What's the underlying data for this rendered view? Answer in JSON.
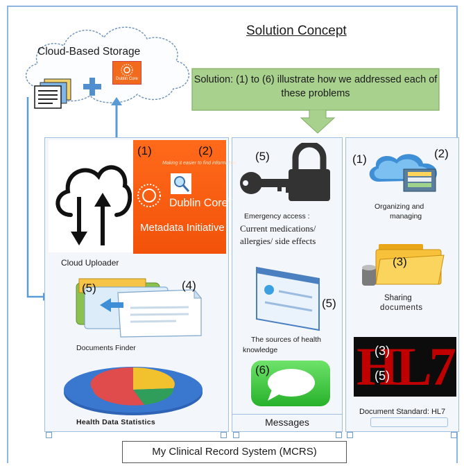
{
  "title": "Solution Concept",
  "cloud_storage": {
    "label": "Cloud-Based Storage",
    "dublin_core_icon_text": "Dublin Core"
  },
  "banner": {
    "text": "Solution: (1) to  (6) illustrate how we addressed each of these problems"
  },
  "left_panel": {
    "uploader_label": "Cloud Uploader",
    "dublin_core": {
      "number_1": "(1)",
      "number_2": "(2)",
      "tagline": "Making it easier to find information.",
      "brand": "Dublin Core",
      "registered": "®",
      "subtitle": "Metadata Initiative"
    },
    "finder": {
      "number_5": "(5)",
      "number_4": "(4)",
      "label": "Documents Finder"
    },
    "stats_label": "Health Data Statistics"
  },
  "middle_panel": {
    "lock_number": "(5)",
    "emergency_label": "Emergency access :",
    "emergency_detail_1": "Current medications/",
    "emergency_detail_2": "allergies/ side effects",
    "knowledge_number": "(5)",
    "knowledge_label_1": "The sources of health",
    "knowledge_label_2": "knowledge",
    "messages_number": "(6)",
    "messages_label": "Messages"
  },
  "right_panel": {
    "organize_number_1": "(1)",
    "organize_number_2": "(2)",
    "organize_label_1": "Organizing and",
    "organize_label_2": "managing",
    "sharing_number": "(3)",
    "sharing_label_1": "Sharing",
    "sharing_label_2": "documents",
    "hl7_number_3": "(3)",
    "hl7_number_5": "(5)",
    "hl7_letters": "HL7",
    "standard_label": "Document Standard: HL7"
  },
  "system_label": "My Clinical Record System (MCRS)",
  "colors": {
    "panel_border": "#9fbfe0",
    "banner_green": "#a9d18e",
    "dublin_orange": "#f2520a",
    "arrow_blue": "#5b9bd5",
    "hl7_red": "#c00000"
  }
}
